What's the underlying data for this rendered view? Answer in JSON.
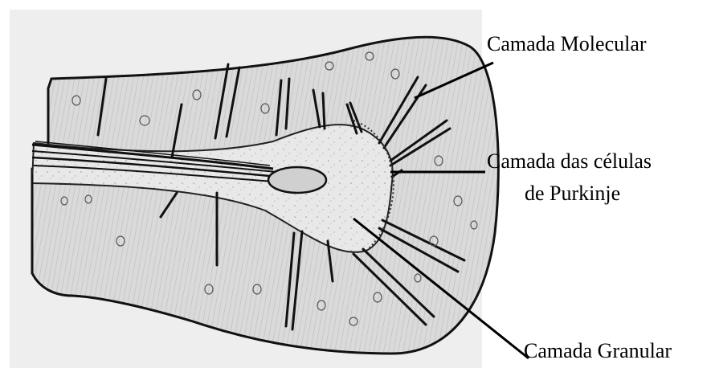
{
  "diagram": {
    "labels": {
      "molecular": "Camada Molecular",
      "purkinje_line1": "Camada das células",
      "purkinje_line2": "de Purkinje",
      "granular": "Camada Granular"
    },
    "colors": {
      "background": "#ffffff",
      "paper_tint": "#d9d9d9",
      "granular_fill": "#e6e6e6",
      "ink": "#111111"
    }
  }
}
